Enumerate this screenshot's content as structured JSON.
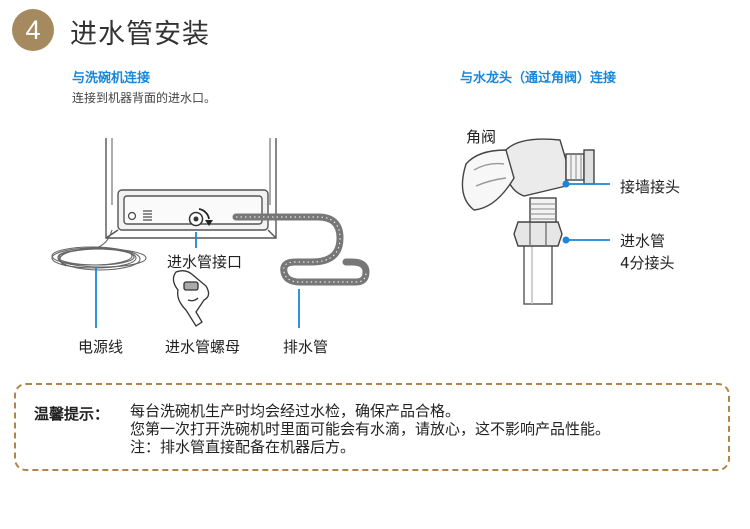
{
  "header": {
    "step_number": "4",
    "title": "进水管安装"
  },
  "left_section": {
    "heading": "与洗碗机连接",
    "description": "连接到机器背面的进水口。",
    "labels": {
      "inlet": "进水管接口",
      "power_cord": "电源线",
      "inlet_nut": "进水管螺母",
      "drain_hose": "排水管"
    }
  },
  "right_section": {
    "heading": "与水龙头（通过角阀）连接",
    "labels": {
      "angle_valve": "角阀",
      "wall_connector": "接墙接头",
      "inlet_hose_line1": "进水管",
      "inlet_hose_line2": "4分接头"
    }
  },
  "tips": {
    "label": "温馨提示：",
    "lines": [
      "每台洗碗机生产时均会经过水检，确保产品合格。",
      "您第一次打开洗碗机时里面可能会有水滴，请放心，这不影响产品性能。",
      "注：排水管直接配备在机器后方。"
    ]
  },
  "colors": {
    "accent_gold": "#a58a5f",
    "heading_blue": "#1a87d8",
    "callout_blue": "#1a87d8",
    "tip_border": "#b0844c"
  }
}
